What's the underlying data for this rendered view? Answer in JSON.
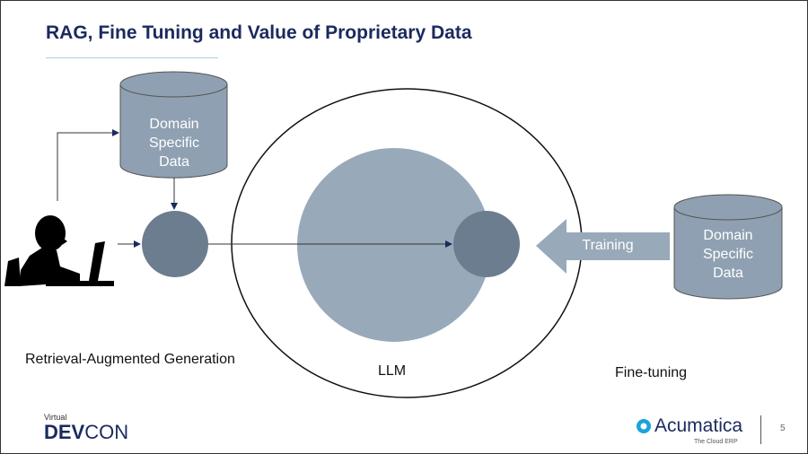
{
  "slide": {
    "title": "RAG, Fine Tuning and Value of Proprietary Data",
    "page_number": "5"
  },
  "diagram": {
    "left_db": {
      "line1": "Domain",
      "line2": "Specific",
      "line3": "Data"
    },
    "right_db": {
      "line1": "Domain",
      "line2": "Specific",
      "line3": "Data"
    },
    "training_label": "Training",
    "rag_label": "Retrieval-Augmented Generation",
    "llm_label": "LLM",
    "finetune_label": "Fine-tuning",
    "colors": {
      "cylinder": "#8fa0b2",
      "node": "#6b7d8f",
      "llm_core": "#98a9ba",
      "arrow": "#98a9ba"
    }
  },
  "footer": {
    "virtual": "Virtual",
    "dev": "DEV",
    "con": "CON",
    "brand": "Acumatica",
    "tagline": "The Cloud ERP"
  }
}
